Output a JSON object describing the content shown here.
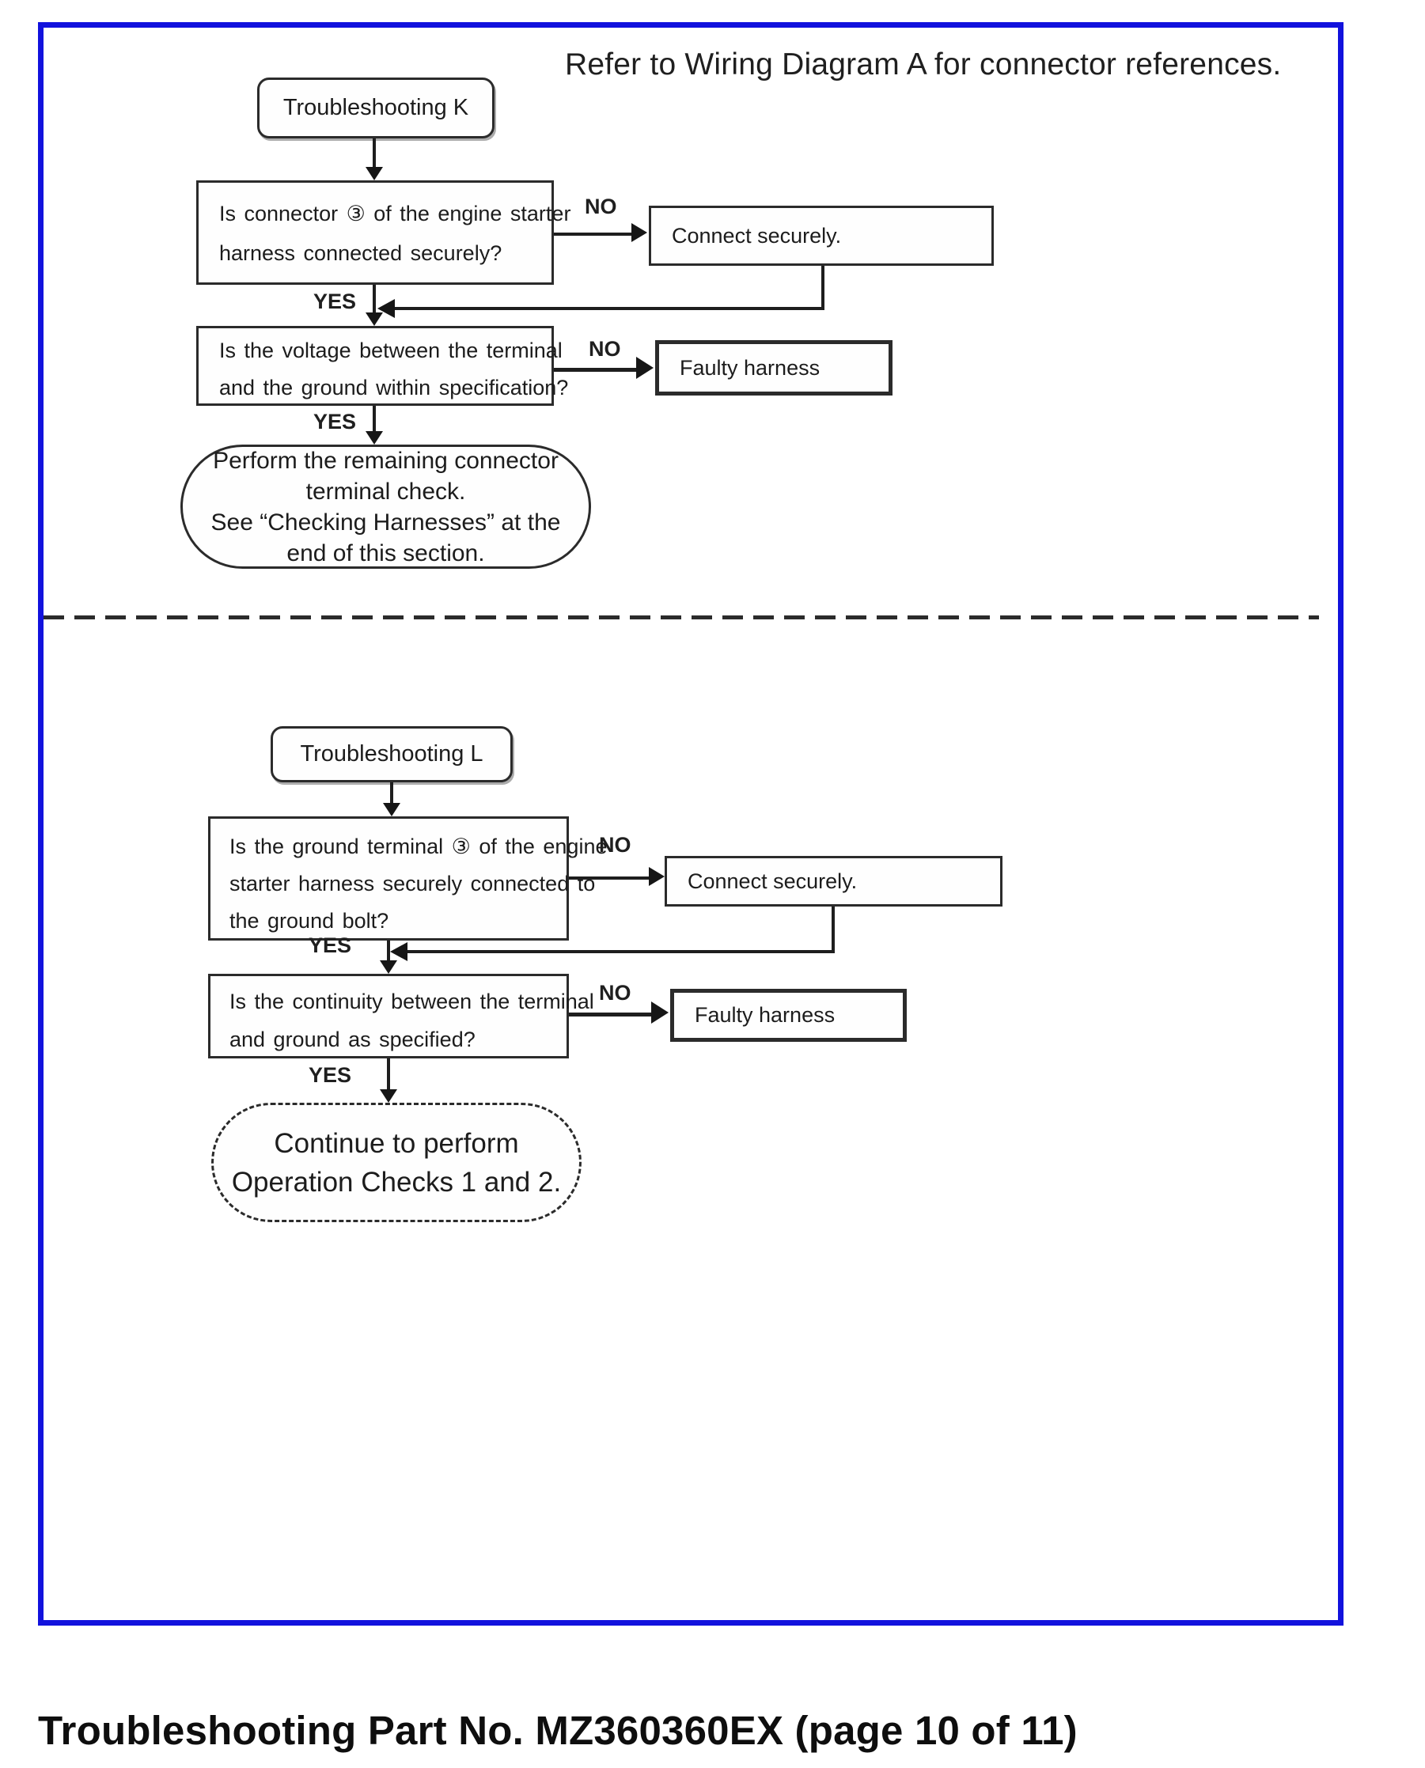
{
  "page": {
    "header_note": "Refer to Wiring Diagram A for connector references.",
    "footer_title": "Troubleshooting Part No. MZ360360EX (page 10 of 11)"
  },
  "labels": {
    "yes": "YES",
    "no": "NO"
  },
  "k": {
    "title": "Troubleshooting K",
    "q1": [
      "Is connector ③ of the engine starter",
      "harness connected securely?"
    ],
    "action1": "Connect securely.",
    "q2": [
      "Is the voltage between the terminal",
      "and the ground within specification?"
    ],
    "action2": "Faulty harness",
    "terminal": [
      "Perform the remaining connector",
      "terminal check.",
      "See “Checking Harnesses” at the",
      "end of this section."
    ]
  },
  "l": {
    "title": "Troubleshooting L",
    "q1": [
      "Is the ground terminal ③ of the engine",
      "starter harness securely connected to",
      "the ground bolt?"
    ],
    "action1": "Connect securely.",
    "q2": [
      "Is the continuity between the terminal",
      "and ground as specified?"
    ],
    "action2": "Faulty harness",
    "terminal": [
      "Continue to perform",
      "Operation Checks 1 and 2."
    ]
  }
}
